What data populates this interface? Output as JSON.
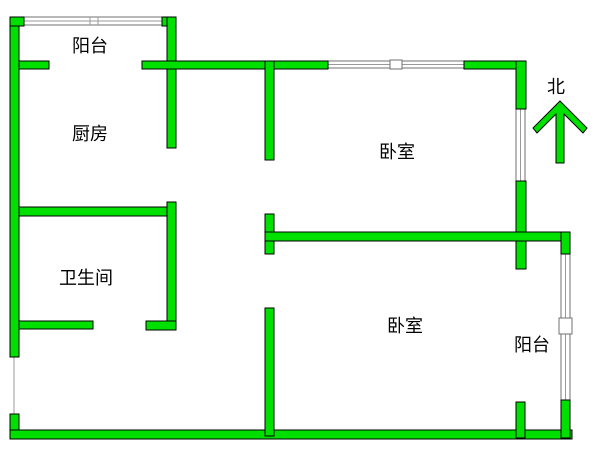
{
  "plan": {
    "wall_color": "#00e000",
    "rooms": {
      "balcony_top": "阳台",
      "kitchen": "厨房",
      "bedroom_upper": "卧室",
      "bathroom": "卫生间",
      "bedroom_lower": "卧室",
      "balcony_right": "阳台"
    },
    "compass": {
      "label": "北",
      "icon": "north-arrow-icon"
    }
  }
}
